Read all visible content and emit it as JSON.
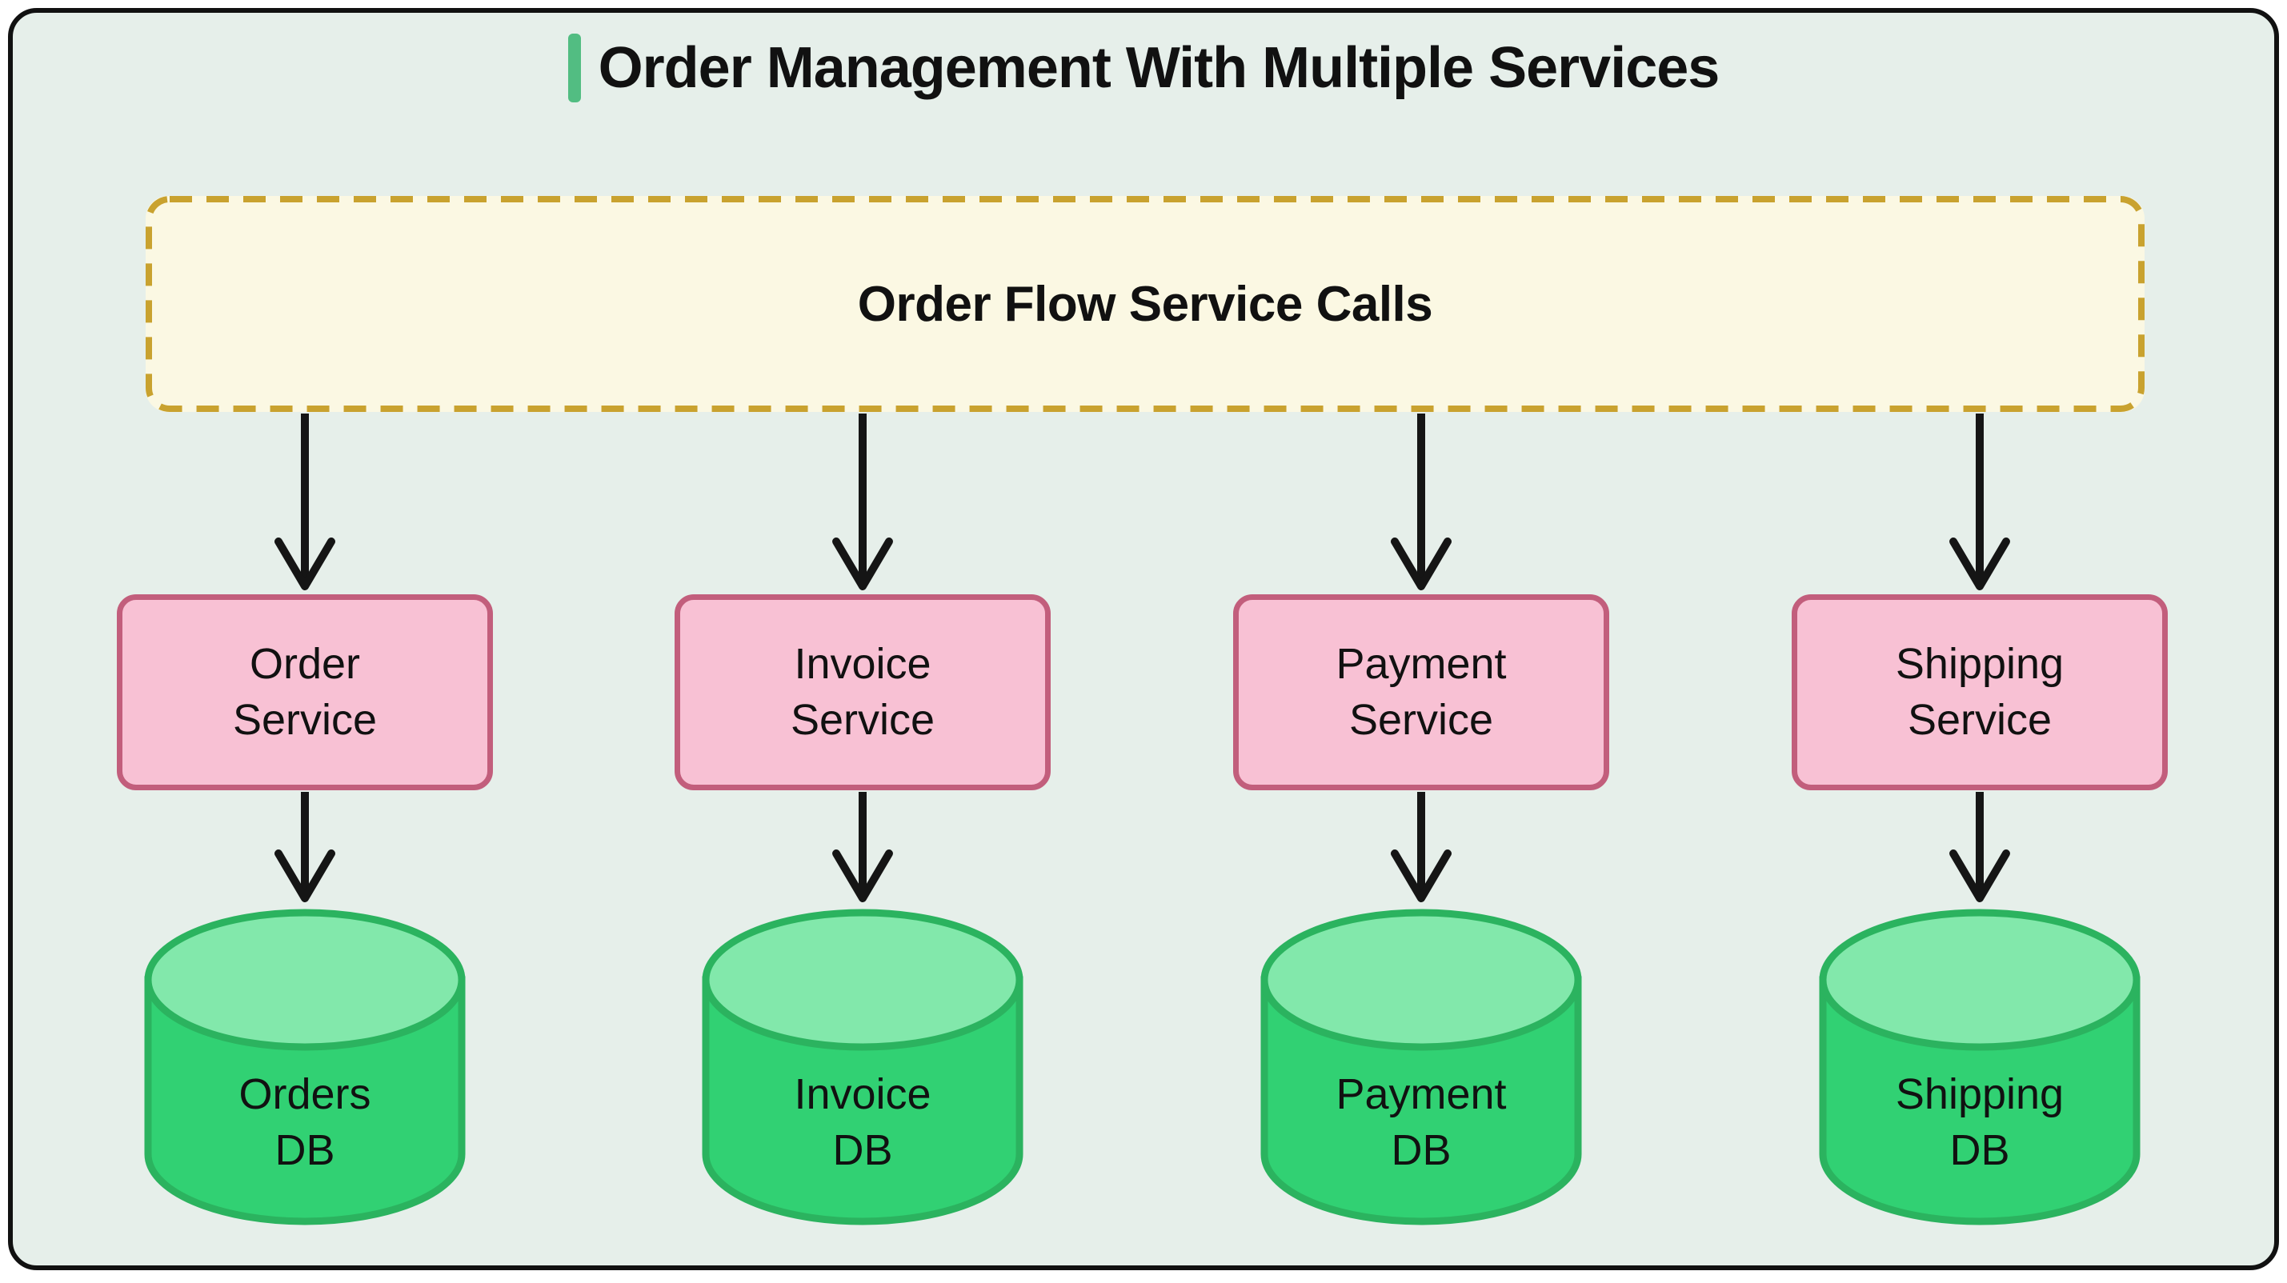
{
  "title": "Order Management With Multiple Services",
  "flow_box": {
    "label": "Order Flow Service Calls"
  },
  "columns": [
    {
      "service": "Order\nService",
      "db": "Orders\nDB"
    },
    {
      "service": "Invoice\nService",
      "db": "Invoice\nDB"
    },
    {
      "service": "Payment\nService",
      "db": "Payment\nDB"
    },
    {
      "service": "Shipping\nService",
      "db": "Shipping\nDB"
    }
  ],
  "colors": {
    "background": "#e6efea",
    "frame_border": "#111111",
    "title_accent": "#52bd82",
    "flow_box_fill": "#fbf8e3",
    "flow_box_border": "#c9a22f",
    "service_fill": "#f8c1d4",
    "service_border": "#c25e7c",
    "db_fill": "#31d173",
    "db_top_fill": "#82e8ab",
    "db_border": "#2bb35f",
    "arrow": "#151515",
    "text": "#111111"
  }
}
